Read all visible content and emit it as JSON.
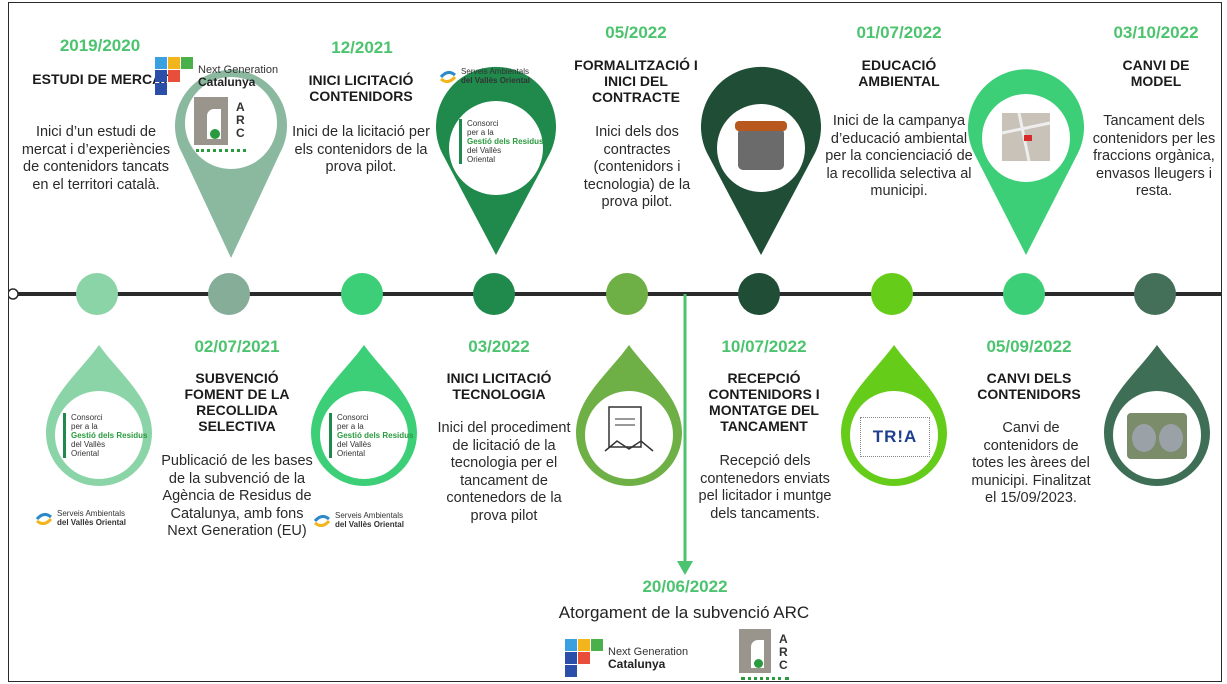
{
  "colors": {
    "light_green": "#4cc36e",
    "dark_green": "#1f4d36",
    "line": "#2b2b2b"
  },
  "top_events": [
    {
      "date": "2019/2020",
      "title": "ESTUDI DE MERCAT",
      "desc": "Inici d’un estudi de mercat i d’experiències de contenidors tancats en el territori català."
    },
    {
      "date": "12/2021",
      "title": "INICI LICITACIÓ CONTENIDORS",
      "desc": "Inici de la licitació per els contenidors de la prova pilot."
    },
    {
      "date": "05/2022",
      "title": "FORMALITZACIÓ I INICI DEL CONTRACTE",
      "desc": "Inici dels dos contractes (contenidors i tecnologia) de la prova pilot."
    },
    {
      "date": "01/07/2022",
      "title": "EDUCACIÓ AMBIENTAL",
      "desc": "Inici de la campanya d’educació ambiental per la concienciació de la recollida selectiva al municipi."
    },
    {
      "date": "03/10/2022",
      "title": "CANVI DE MODEL",
      "desc": "Tancament dels contenidors per les fraccions orgànica, envasos lleugers i resta."
    }
  ],
  "bottom_events": [
    {
      "date": "02/07/2021",
      "title": "SUBVENCIÓ FOMENT DE LA RECOLLIDA SELECTIVA",
      "desc": "Publicació de les bases de la subvenció de la Agència de Residus de Catalunya, amb fons Next Generation (EU)"
    },
    {
      "date": "03/2022",
      "title": "INICI LICITACIÓ TECNOLOGIA",
      "desc": "Inici del procediment de licitació de la tecnologia per el tancament de contenedors de la prova pilot"
    },
    {
      "date": "10/07/2022",
      "title": "RECEPCIÓ CONTENIDORS I MONTATGE DEL TANCAMENT",
      "desc": "Recepció dels contenedors enviats pel licitador i muntge dels tancaments."
    },
    {
      "date": "05/09/2022",
      "title": "CANVI DELS CONTENIDORS",
      "desc": "Canvi de contenidors de totes les àrees del municipi. Finalitzat el 15/09/2023."
    }
  ],
  "final_event": {
    "date": "20/06/2022",
    "text": "Atorgament de la subvenció ARC"
  },
  "logos": {
    "next_generation": {
      "line1": "Next Generation",
      "line2": "Catalunya"
    },
    "arc": {
      "letters": "ARC"
    },
    "serveis_ambientals": {
      "line1": "Serveis Ambientals",
      "line2": "del Vallès Oriental"
    },
    "consorci": {
      "line1": "Consorci",
      "line2": "per a la",
      "line3": "Gestió dels Residus",
      "line4": "del Vallès",
      "line5": "Oriental"
    },
    "tria": {
      "text": "TR!A"
    }
  }
}
